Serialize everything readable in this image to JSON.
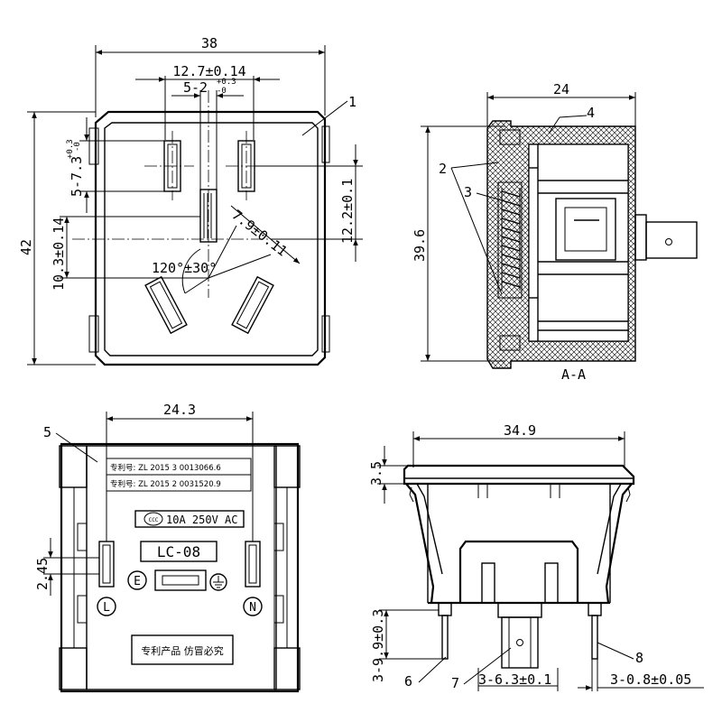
{
  "front_view": {
    "width": "38",
    "pin_spacing": "12.7±0.14",
    "slot_width": "5-2",
    "slot_width_tol_upper": "+0.3",
    "slot_width_tol_lower": "-0",
    "slot_length": "5-7.3",
    "slot_length_tol_upper": "+0.3",
    "slot_length_tol_lower": "-0",
    "height": "42",
    "vert_offset": "10.3±0.14",
    "right_offset": "12.2±0.1",
    "diagonal": "7.9±0.11",
    "angle": "120°±30°",
    "callout_1": "1"
  },
  "section_view": {
    "depth": "24",
    "height": "39.6",
    "callout_2": "2",
    "callout_3": "3",
    "callout_4": "4",
    "label": "A-A"
  },
  "back_view": {
    "width": "24.3",
    "pin_width": "2.45",
    "callout_5": "5",
    "patent_1": "专利号: ZL 2015 3 0013066.6",
    "patent_2": "专利号: ZL 2015 2 0031520.9",
    "cert_rating": "10A 250V AC",
    "cert_logo_text": "CCC",
    "model": "LC-08",
    "letter_E": "E",
    "letter_L": "L",
    "letter_N": "N",
    "footer": "专利产品 仿冒必究"
  },
  "side_view": {
    "width": "34.9",
    "flange": "3.5",
    "pin_length": "3-9.9±0.3",
    "tab_width": "3-6.3±0.1",
    "pin_thickness": "3-0.8±0.05",
    "callout_6": "6",
    "callout_7": "7",
    "callout_8": "8"
  }
}
